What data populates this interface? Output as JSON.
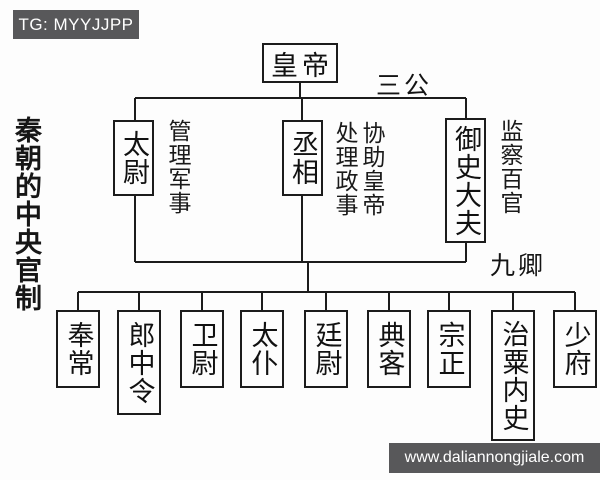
{
  "watermarks": {
    "top": "TG: MYYJJPP",
    "bottom": "www.daliannongjiale.com"
  },
  "title": "秦朝的中央官制",
  "org": {
    "emperor": "皇帝",
    "tier_labels": {
      "three_dukes": "三公",
      "nine_ministers": "九卿"
    },
    "three_dukes": [
      {
        "name": "太尉",
        "duty": "管理军事"
      },
      {
        "name": "丞相",
        "duty_col_right": "协助皇帝",
        "duty_col_left": "处理政事"
      },
      {
        "name": "御史大夫",
        "duty": "监察百官"
      }
    ],
    "nine_ministers": [
      "奉常",
      "郎中令",
      "卫尉",
      "太仆",
      "廷尉",
      "典客",
      "宗正",
      "治粟内史",
      "少府"
    ]
  },
  "colors": {
    "banner_bg": "#58585a",
    "line": "#1c1c1c",
    "background": "#fdfdfd"
  }
}
